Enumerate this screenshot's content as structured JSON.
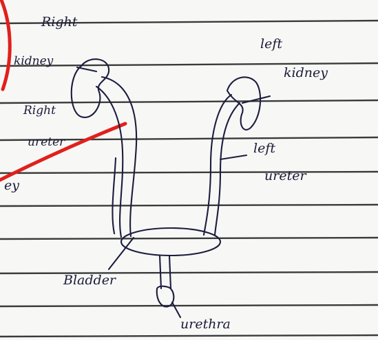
{
  "diagram": {
    "labels": {
      "right_kidney_1": "Right",
      "right_kidney_2": "kidney",
      "right_ureter_1": "Right",
      "right_ureter_2": "ureter",
      "left_kidney_1": "left",
      "left_kidney_2": "kidney",
      "left_ureter_1": "left",
      "left_ureter_2": "ureter",
      "bladder": "Bladder",
      "urethra": "urethra",
      "margin_fragment": "ey"
    },
    "colors": {
      "ink": "#1c1c40",
      "correction": "#e0201c",
      "paper": "#f7f7f5",
      "rule_line": "#3a3a3a"
    }
  }
}
